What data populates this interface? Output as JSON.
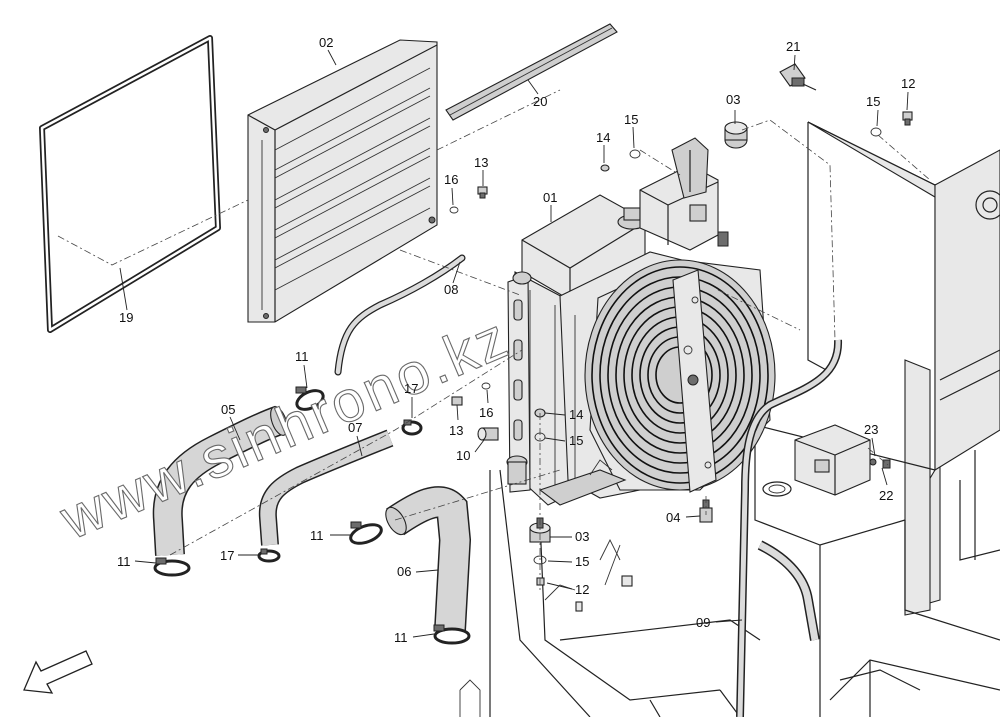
{
  "diagram": {
    "watermark": "www.sinhrono.kz",
    "part_labels": {
      "p01": "01",
      "p02": "02",
      "p03a": "03",
      "p03b": "03",
      "p04": "04",
      "p05": "05",
      "p06": "06",
      "p07": "07",
      "p08": "08",
      "p09": "09",
      "p10": "10",
      "p11a": "11",
      "p11b": "11",
      "p11c": "11",
      "p11d": "11",
      "p12a": "12",
      "p12b": "12",
      "p13a": "13",
      "p13b": "13",
      "p14a": "14",
      "p14b": "14",
      "p15a": "15",
      "p15b": "15",
      "p15c": "15",
      "p15d": "15",
      "p16a": "16",
      "p16b": "16",
      "p17a": "17",
      "p17b": "17",
      "p19": "19",
      "p20": "20",
      "p21": "21",
      "p22": "22",
      "p23": "23"
    }
  }
}
